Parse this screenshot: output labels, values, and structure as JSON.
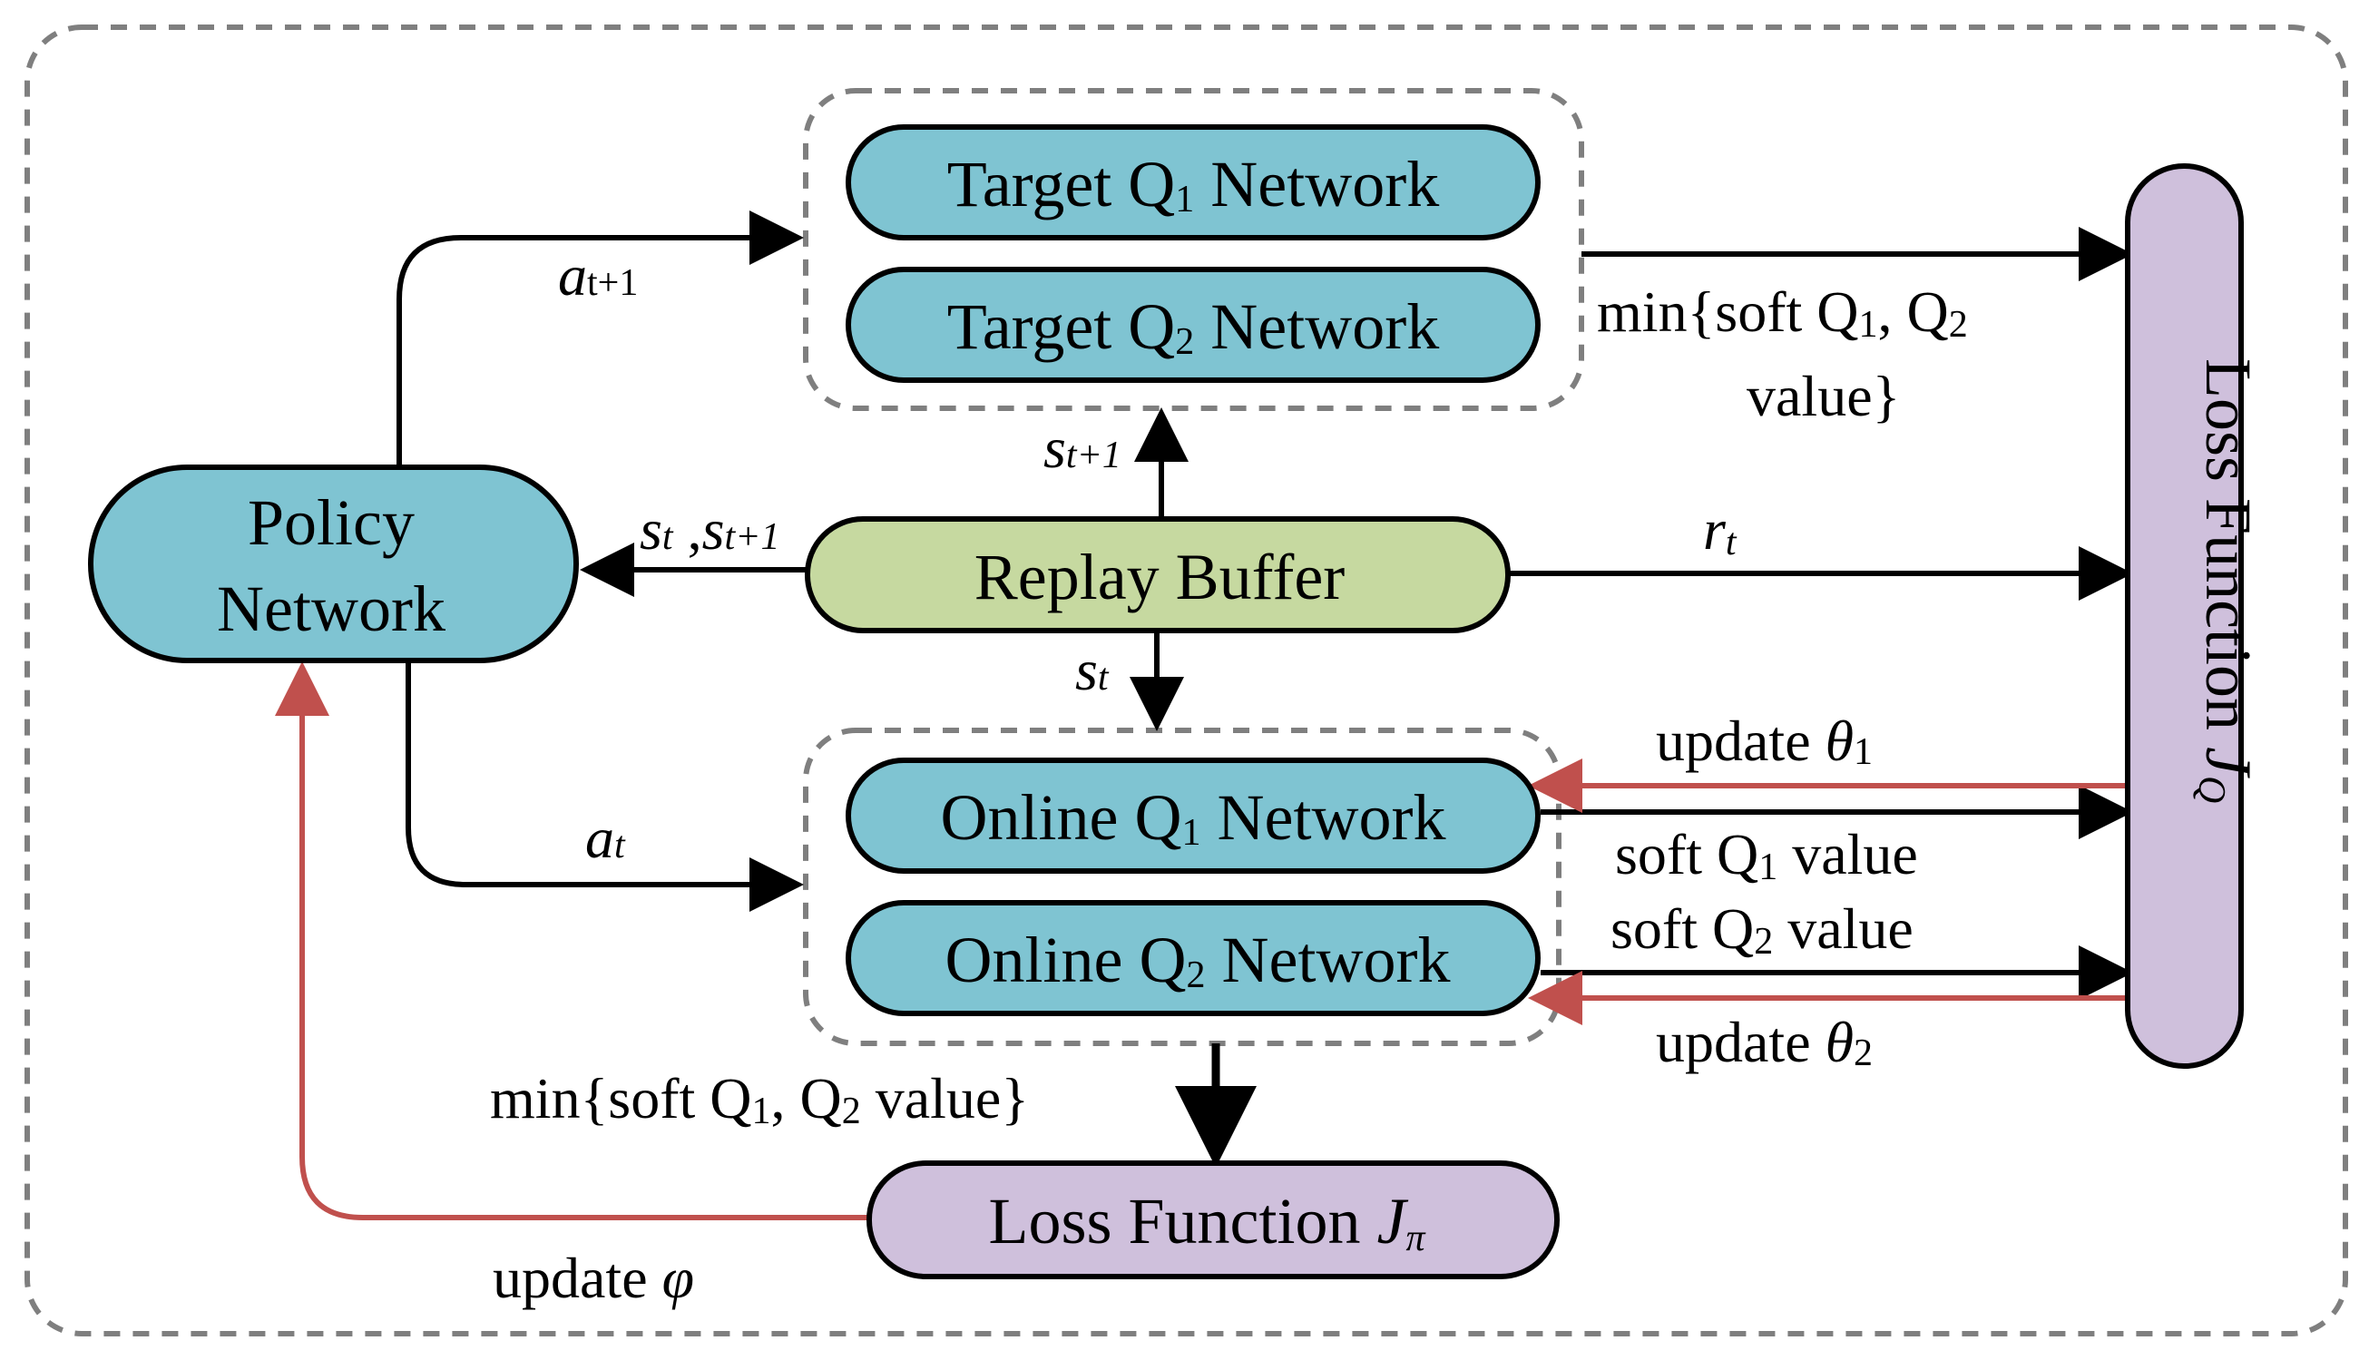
{
  "colors": {
    "network_fill": "#7fc4d2",
    "buffer_fill": "#c6d9a0",
    "loss_fill": "#cfc0dc",
    "update_arrow": "#c0504d",
    "dashed_border": "#7f7f7f"
  },
  "nodes": {
    "target_q1": {
      "pre": "Target Q",
      "sub": "1",
      "post": " Network"
    },
    "target_q2": {
      "pre": "Target Q",
      "sub": "2",
      "post": " Network"
    },
    "online_q1": {
      "pre": "Online Q",
      "sub": "1",
      "post": " Network"
    },
    "online_q2": {
      "pre": "Online Q",
      "sub": "2",
      "post": " Network"
    },
    "policy": {
      "line1": "Policy",
      "line2": "Network"
    },
    "replay": "Replay Buffer",
    "loss_q": {
      "text": "Loss Function ",
      "sym": "J",
      "sub": "Q"
    },
    "loss_pi": {
      "text": "Loss Function ",
      "sym": "J",
      "sub": "π"
    }
  },
  "labels": {
    "a_t1": {
      "sym": "a",
      "sub": "t+1"
    },
    "a_t": {
      "sym": "a",
      "sub": "t"
    },
    "s_t1_up": {
      "sym": "s",
      "sub": "t+1"
    },
    "s_t_down": {
      "sym": "s",
      "sub": "t"
    },
    "s_t_pair": {
      "sym1": "s",
      "sub1": "t",
      "sep": " ,",
      "sym2": "s",
      "sub2": "t+1"
    },
    "r_t": {
      "sym": "r",
      "sub": "t"
    },
    "min_target": {
      "l1_pre": "min{soft Q",
      "l1_sub": "1",
      "l1_mid": ", Q",
      "l1_sub2": "2",
      "line2": "value}"
    },
    "update_theta1": {
      "pre": "update ",
      "sym": "θ",
      "sub": "1"
    },
    "soft_q1": {
      "pre": "soft Q",
      "sub": "1",
      "post": " value"
    },
    "soft_q2": {
      "pre": "soft Q",
      "sub": "2",
      "post": " value"
    },
    "update_theta2": {
      "pre": "update ",
      "sym": "θ",
      "sub": "2"
    },
    "min_online": {
      "pre": "min{soft Q",
      "sub": "1",
      "mid": ", Q",
      "sub2": "2",
      "post": " value}"
    },
    "update_phi": {
      "pre": "update ",
      "sym": "φ"
    }
  }
}
